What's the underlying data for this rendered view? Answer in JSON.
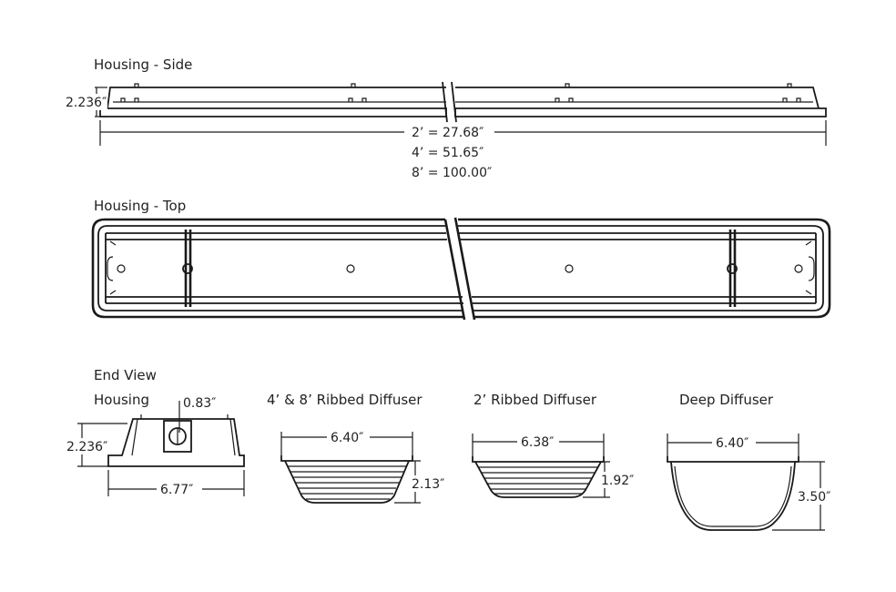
{
  "labels": {
    "housing_side": "Housing - Side",
    "housing_top": "Housing - Top",
    "end_view": "End View",
    "housing": "Housing",
    "ribbed_48": "4’ & 8’ Ribbed Diffuser",
    "ribbed_2": "2’ Ribbed Diffuser",
    "deep": "Deep Diffuser"
  },
  "dims": {
    "side_height": "2.236″",
    "length_2ft": "2’ = 27.68″",
    "length_4ft": "4’ = 51.65″",
    "length_8ft": "8’ = 100.00″",
    "end_height": "2.236″",
    "end_top": "0.83″",
    "end_width": "6.77″",
    "ribbed48_width": "6.40″",
    "ribbed48_height": "2.13″",
    "ribbed2_width": "6.38″",
    "ribbed2_height": "1.92″",
    "deep_width": "6.40″",
    "deep_height": "3.50″"
  }
}
